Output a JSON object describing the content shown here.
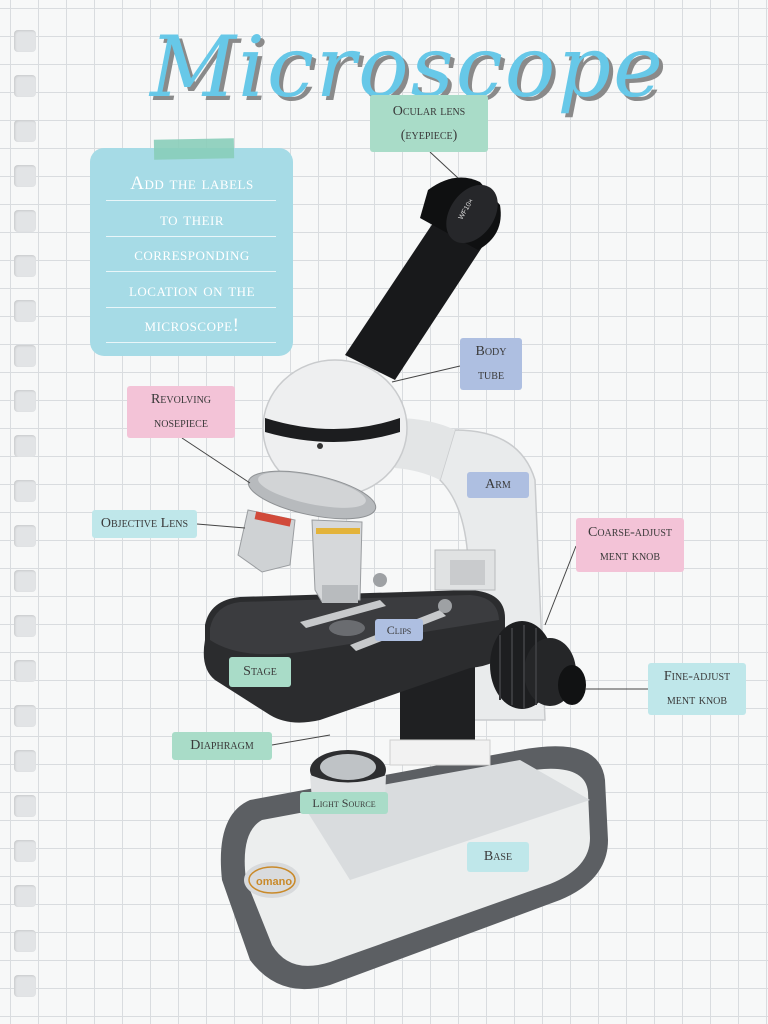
{
  "title": "Microscope",
  "instruction": [
    "Add the labels",
    "to their",
    "corresponding",
    "location on the",
    "microscope!"
  ],
  "brand_logo": "omano",
  "labels": {
    "ocular_lens": [
      "Ocular lens",
      "(eyepiece)"
    ],
    "body_tube": [
      "Body",
      "tube"
    ],
    "revolving_nosepiece": [
      "Revolving",
      "nosepiece"
    ],
    "arm": "Arm",
    "objective_lens": "Objective Lens",
    "coarse_adjustment_knob": [
      "Coarse-adjust",
      "ment knob"
    ],
    "clips": "Clips",
    "stage": "Stage",
    "fine_adjustment_knob": [
      "Fine-adjust",
      "ment knob"
    ],
    "diaphragm": "Diaphragm",
    "light_source": "Light Source",
    "base": "Base"
  },
  "colors": {
    "title": "#67c8e8",
    "note_background": "#a6dbe6",
    "label_green": "#a9dcc8",
    "label_blue": "#aebfe1",
    "label_pink": "#f3c3d7",
    "label_cyan": "#bfe7ea"
  }
}
